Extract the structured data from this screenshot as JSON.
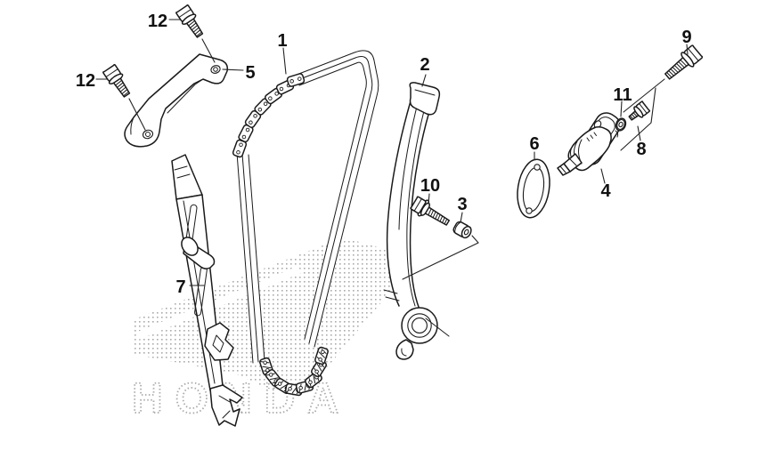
{
  "diagram": {
    "watermark_text": "HONDA",
    "callouts": {
      "p1": "1",
      "p2": "2",
      "p3": "3",
      "p4": "4",
      "p5": "5",
      "p6": "6",
      "p7": "7",
      "p8": "8",
      "p9": "9",
      "p10": "10",
      "p11": "11",
      "p12a": "12",
      "p12b": "12"
    },
    "colors": {
      "line": "#1a1a1a",
      "background": "#ffffff",
      "watermark": "#ababab"
    }
  }
}
